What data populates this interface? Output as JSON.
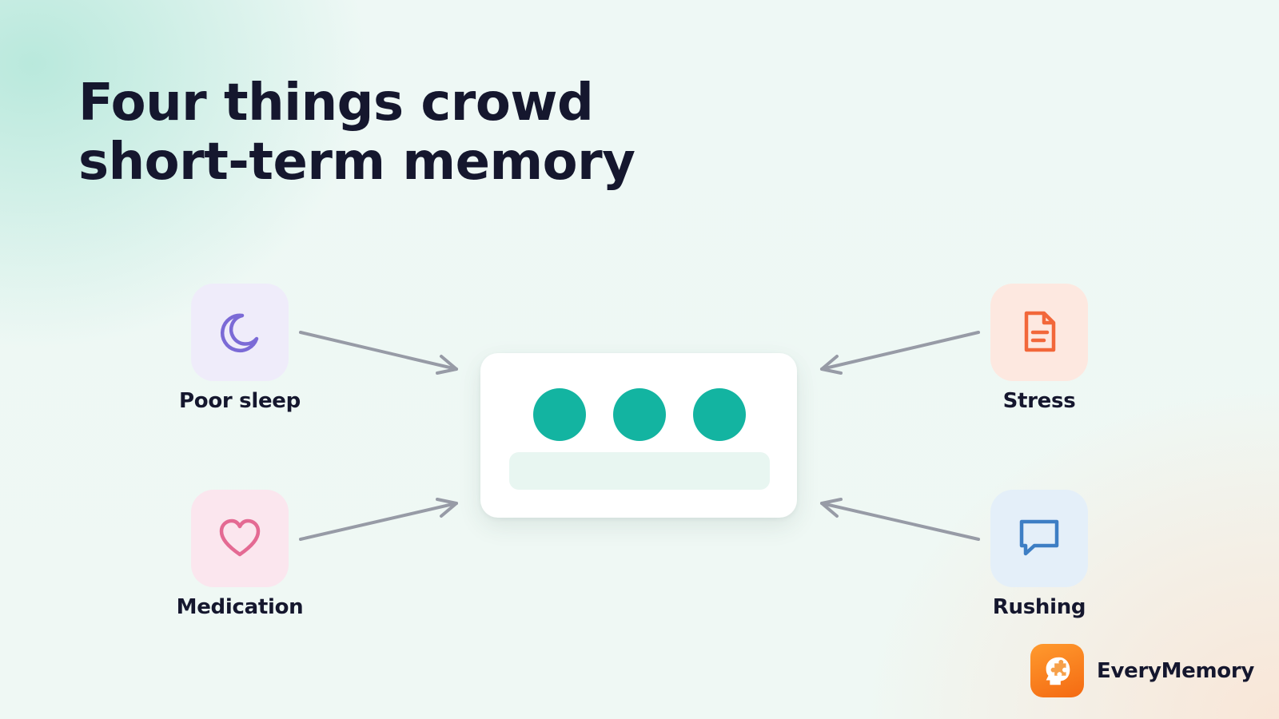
{
  "title": {
    "line1": "Four things crowd",
    "line2": "short-term memory"
  },
  "factors": [
    {
      "label": "Poor sleep",
      "icon": "moon-icon",
      "color": "#7b6ad6",
      "tile_bg": "#efecfa"
    },
    {
      "label": "Medication",
      "icon": "heart-icon",
      "color": "#e46a93",
      "tile_bg": "#fbe6ee"
    },
    {
      "label": "Stress",
      "icon": "document-icon",
      "color": "#f2673a",
      "tile_bg": "#fde8e0"
    },
    {
      "label": "Rushing",
      "icon": "speech-bubble-icon",
      "color": "#3d7ec4",
      "tile_bg": "#e4eff9"
    }
  ],
  "memory_card": {
    "slots_filled": 3,
    "dot_color": "#13b4a1"
  },
  "brand": {
    "name": "EveryMemory",
    "logo_icon": "head-puzzle-icon",
    "logo_color": "#f47b1e"
  },
  "colors": {
    "arrow": "#979ba6",
    "text": "#15172e"
  }
}
